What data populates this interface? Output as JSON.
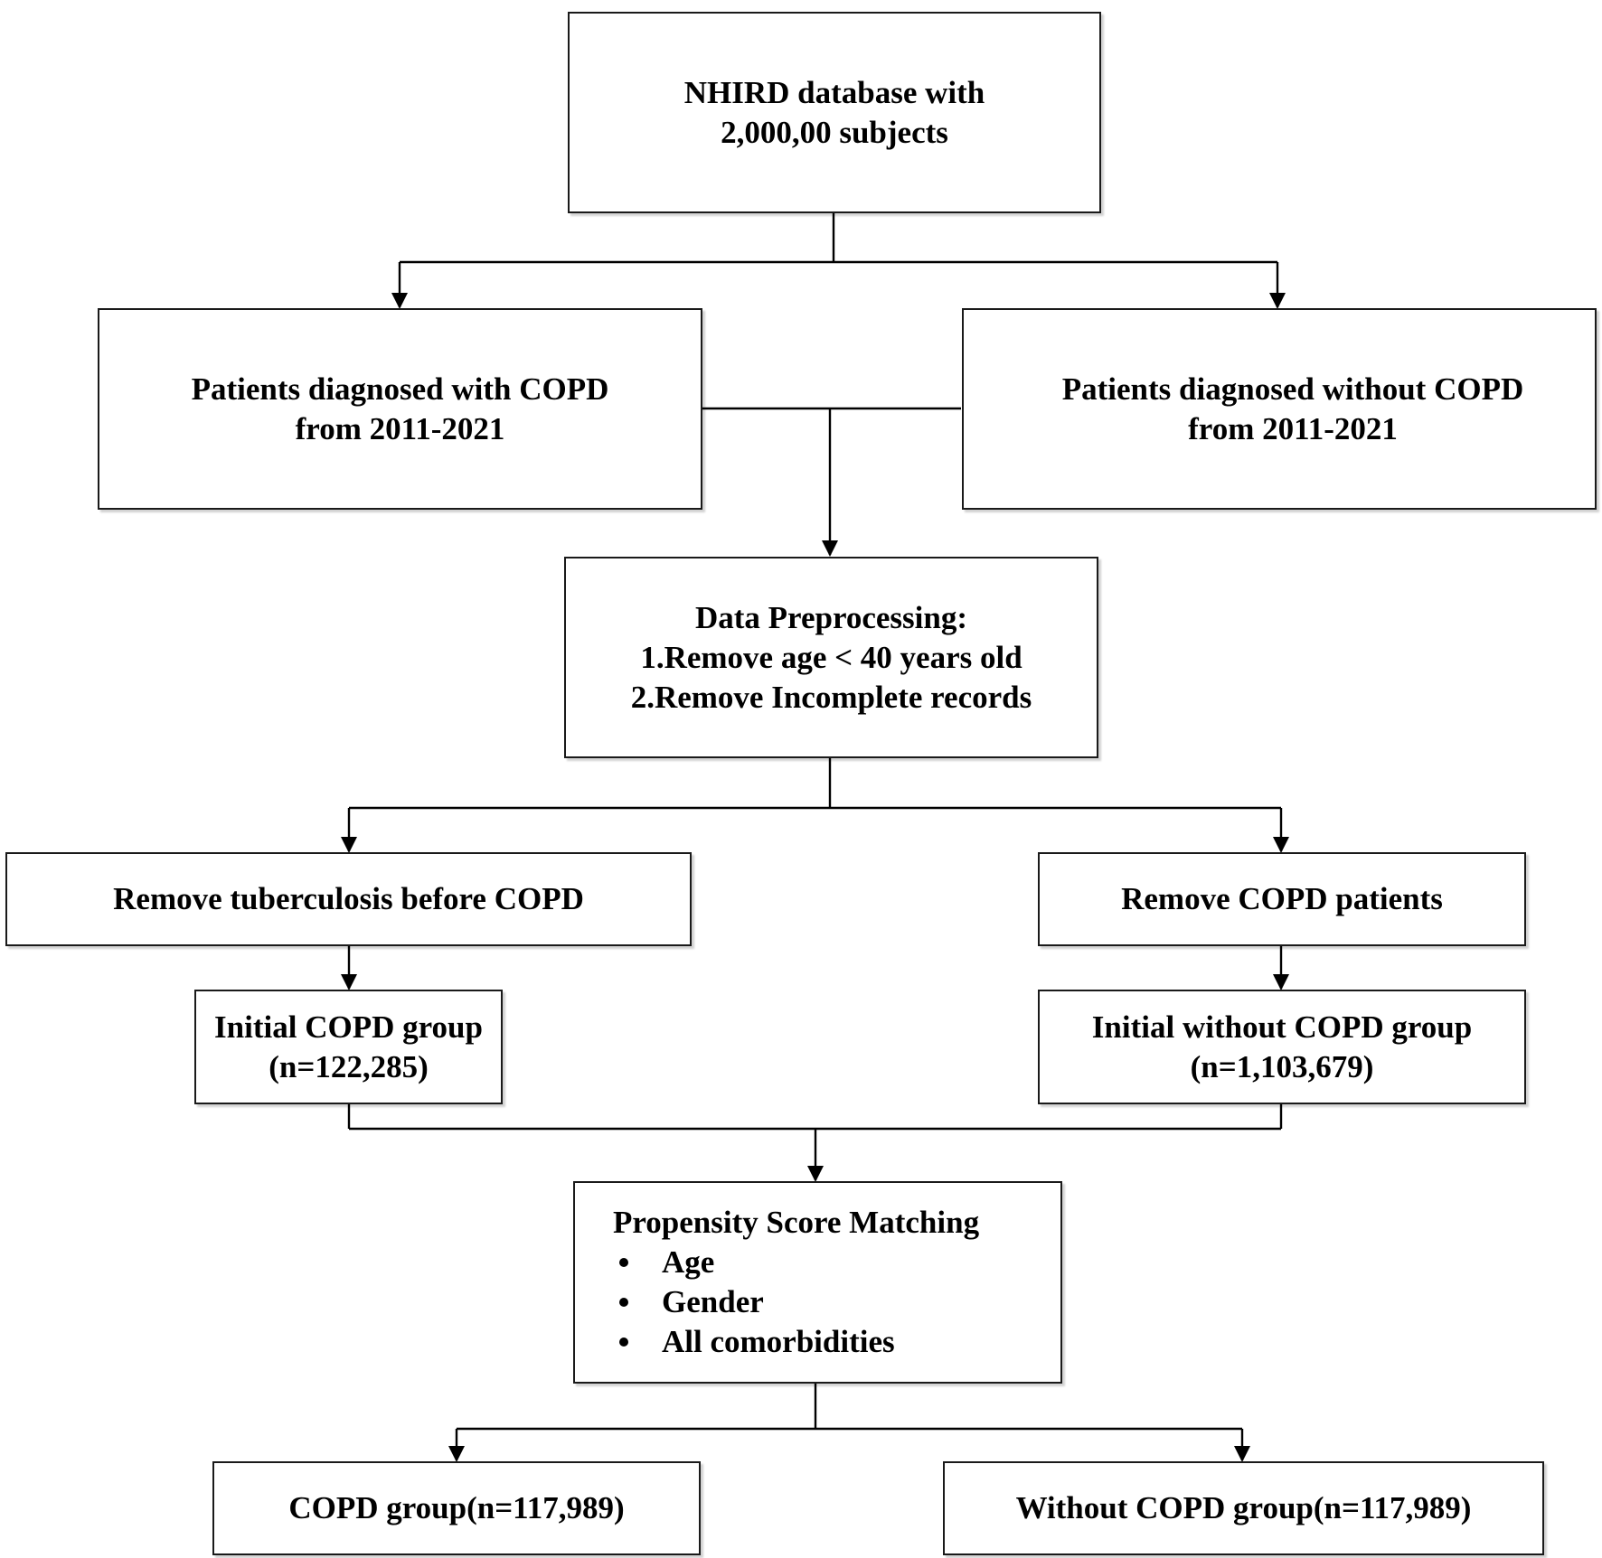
{
  "flowchart": {
    "source": {
      "line1": "NHIRD database with",
      "line2": "2,000,00 subjects"
    },
    "copd_patients": {
      "line1": "Patients diagnosed with COPD",
      "line2": "from 2011-2021"
    },
    "non_copd_patients": {
      "line1": "Patients diagnosed without COPD",
      "line2": "from 2011-2021"
    },
    "preprocessing": {
      "line1": "Data Preprocessing:",
      "line2": "1.Remove age < 40 years old",
      "line3": "2.Remove Incomplete records"
    },
    "remove_tb": {
      "label": "Remove tuberculosis before COPD"
    },
    "remove_copd": {
      "label": "Remove COPD patients"
    },
    "initial_copd": {
      "line1": "Initial COPD group",
      "line2": "(n=122,285)"
    },
    "initial_non_copd": {
      "line1": "Initial without COPD group",
      "line2": "(n=1,103,679)"
    },
    "psm": {
      "title": "Propensity Score Matching",
      "items": [
        "Age",
        "Gender",
        "All comorbidities"
      ]
    },
    "final_copd": {
      "label": "COPD group(n=117,989)"
    },
    "final_non_copd": {
      "label": "Without COPD group(n=117,989)"
    }
  }
}
